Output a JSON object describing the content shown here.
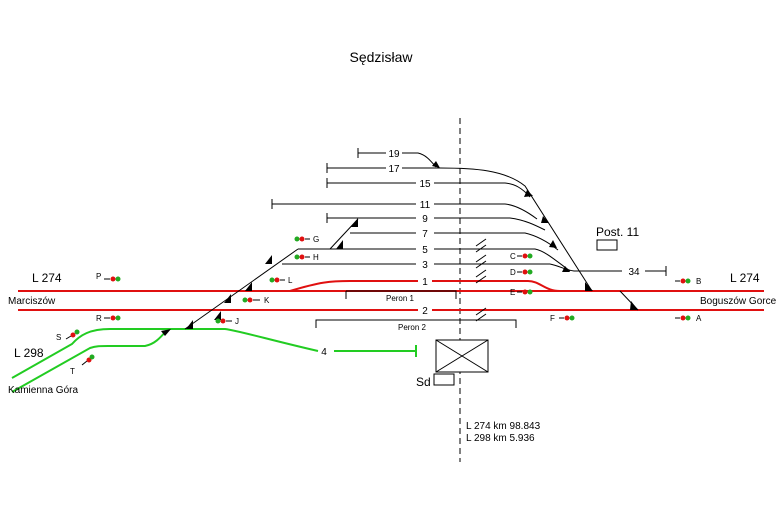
{
  "station": "Sędzisław",
  "lines": {
    "left_main": "L 274",
    "right_main": "L 274",
    "branch": "L 298"
  },
  "directions": {
    "left": "Marciszów",
    "right": "Boguszów Gorce",
    "branch": "Kamienna Góra"
  },
  "tracks": [
    "19",
    "17",
    "15",
    "11",
    "9",
    "7",
    "5",
    "3",
    "1",
    "2",
    "4",
    "34"
  ],
  "signals": [
    "P",
    "R",
    "S",
    "T",
    "G",
    "H",
    "L",
    "K",
    "J",
    "C",
    "D",
    "E",
    "F",
    "B",
    "A"
  ],
  "platforms": [
    "Peron 1",
    "Peron 2"
  ],
  "buildings": {
    "post": "Post. 11",
    "station_box": "Sd"
  },
  "kilometrage": {
    "line1": "L 274 km  98.843",
    "line2": "L 298 km    5.936"
  },
  "colors": {
    "main_line": "#e01010",
    "branch_line": "#22cc22",
    "tracks": "#000000"
  }
}
